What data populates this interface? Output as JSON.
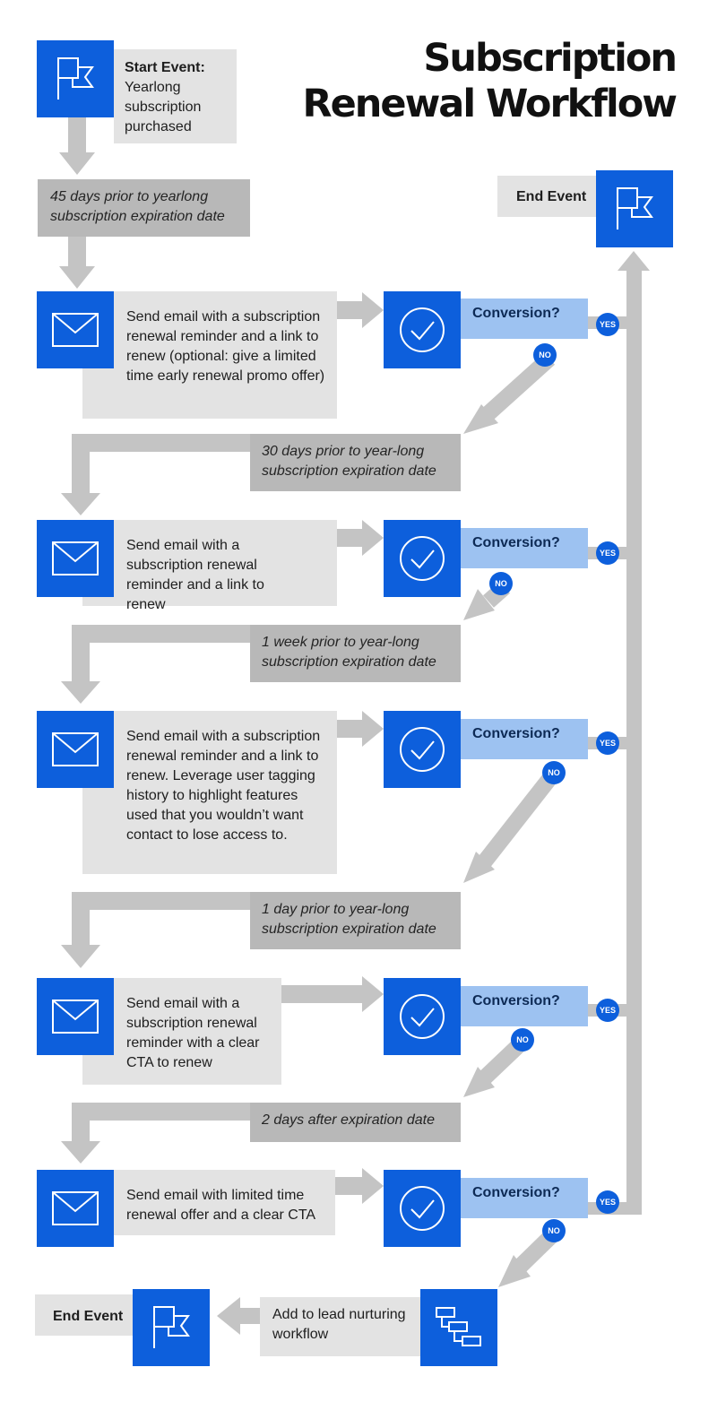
{
  "title": {
    "line1": "Subscription",
    "line2": "Renewal Workflow"
  },
  "start_event": {
    "label": "Start Event:",
    "text": "Yearlong subscription purchased"
  },
  "end_event_top": {
    "label": "End Event"
  },
  "end_event_bottom": {
    "label": "End Event"
  },
  "delays": [
    "45 days prior to yearlong subscription expiration date",
    "30 days prior to year-long subscription expiration date",
    "1 week prior to year-long subscription expiration date",
    "1 day prior to year-long subscription expiration date",
    "2 days after expiration date"
  ],
  "emails": [
    "Send email with a subscription renewal reminder and a link to renew (optional: give a limited time early renewal promo offer)",
    "Send email with a subscription renewal reminder and a link to renew",
    "Send email with a subscription renewal reminder and a link to renew. Leverage user tagging history to highlight features used that you wouldn’t want contact to lose access to.",
    "Send email with a subscription renewal reminder with a clear CTA to renew",
    "Send email with limited time renewal offer and a clear CTA"
  ],
  "conversion_label": "Conversion?",
  "yes_label": "YES",
  "no_label": "NO",
  "final_action": "Add to lead nurturing workflow",
  "icons": {
    "flag": "flag-icon",
    "email": "envelope-icon",
    "check": "check-circle-icon",
    "workflow": "workflow-icon"
  },
  "colors": {
    "accent": "#0d5fdc",
    "conversion_fill": "#9dc2f1",
    "text_box": "#e3e3e3",
    "delay_box": "#b8b8b8",
    "arrow": "#c4c4c4"
  }
}
